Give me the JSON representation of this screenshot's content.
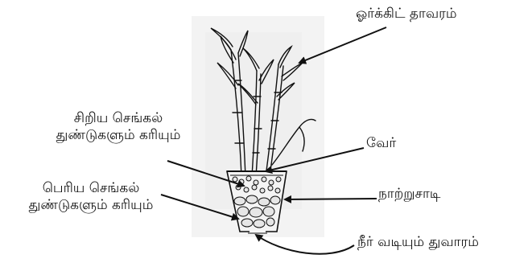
{
  "labels": {
    "orchid_plant": "ஓர்க்கிட் தாவரம்",
    "small_bricks_line1": "சிறிய செங்கல்",
    "small_bricks_line2": "துண்டுகளும் கரியும்",
    "root": "வேர்",
    "large_bricks_line1": "பெரிய செங்கல்",
    "large_bricks_line2": "துண்டுகளும் கரியும்",
    "nursery_pot": "நாற்றுசாடி",
    "drainage_hole": "நீர் வடியும் துவாரம்"
  },
  "colors": {
    "ink": "#111111",
    "shading": "#e6e6e6",
    "pot_fill": "#f4f4f4"
  }
}
